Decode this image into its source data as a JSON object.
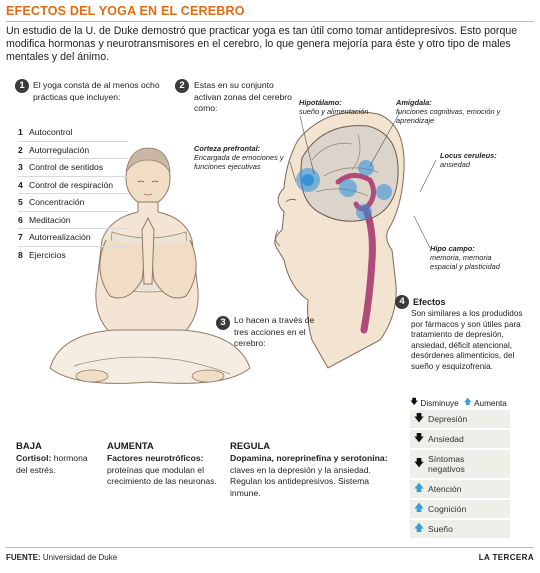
{
  "title": "EFECTOS DEL YOGA EN EL CEREBRO",
  "intro": "Un estudio de la U. de Duke demostró que practicar yoga es tan útil como tomar antidepresivos. Esto porque modifica hormonas y neurotransmisores en el cerebro, lo que genera mejoría para éste y otro tipo de males mentales y del ánimo.",
  "steps": {
    "s1": {
      "num": "1",
      "text": "El yoga consta de al menos ocho prácticas que incluyen:"
    },
    "s2": {
      "num": "2",
      "text": "Estas en su conjunto activan zonas del cerebro como:"
    },
    "s3": {
      "num": "3",
      "text": "Lo hacen a través de tres acciones en el cerebro:"
    },
    "s4": {
      "num": "4",
      "title": "Efectos",
      "text": "Son similares a los produdidos por fármacos y son útiles para tratamiento de depresión, ansiedad, déficit atencional, desórdenes alimenticios, del sueño y esquizofrenia."
    }
  },
  "practices": [
    {
      "num": "1",
      "label": "Autocontrol"
    },
    {
      "num": "2",
      "label": "Autorregulación"
    },
    {
      "num": "3",
      "label": "Control de sentidos"
    },
    {
      "num": "4",
      "label": "Control de respiración"
    },
    {
      "num": "5",
      "label": "Concentración"
    },
    {
      "num": "6",
      "label": "Meditación"
    },
    {
      "num": "7",
      "label": "Autorrealización"
    },
    {
      "num": "8",
      "label": "Ejercicios"
    }
  ],
  "brain_labels": {
    "hipotalamo": {
      "title": "Hipotálamo:",
      "text": "sueño y alimentación"
    },
    "amigdala": {
      "title": "Amígdala:",
      "text": "funciones cognitivas, emoción y aprendizaje"
    },
    "corteza": {
      "title": "Corteza prefrontal:",
      "text": "Encargada de emociones y funciones ejecutivas"
    },
    "locus": {
      "title": "Locus ceruleus:",
      "text": "ansiedad"
    },
    "hipocampo": {
      "title": "Hipo campo:",
      "text": "memoria, memoria espacial y plasticidad"
    }
  },
  "legend": {
    "down": "Disminuye",
    "up": "Aumenta"
  },
  "effects": [
    {
      "dir": "down",
      "label": "Depresión"
    },
    {
      "dir": "down",
      "label": "Ansiedad"
    },
    {
      "dir": "down",
      "label": "Síntomas negativos"
    },
    {
      "dir": "up",
      "label": "Atención"
    },
    {
      "dir": "up",
      "label": "Cognición"
    },
    {
      "dir": "up",
      "label": "Sueño"
    }
  ],
  "actions": {
    "baja": {
      "title": "BAJA",
      "term": "Cortisol:",
      "text": "hormona del estrés."
    },
    "aumenta": {
      "title": "AUMENTA",
      "term": "Factores neurotróficos:",
      "text": "proteínas que modulan el crecimiento de las neuronas."
    },
    "regula": {
      "title": "REGULA",
      "term": "Dopamina, noreprinefina y serotonina:",
      "text": "claves en la depresión y la ansiedad. Regulan los antidepresivos. Sistema inmune."
    }
  },
  "footer": {
    "source_label": "FUENTE:",
    "source": "Universidad de Duke",
    "brand": "LA TERCERA"
  },
  "colors": {
    "title": "#e36a10",
    "up_arrow": "#3a9fd8",
    "brain_glow": "#2a8fdc",
    "brain_pink": "#b04a7a"
  }
}
